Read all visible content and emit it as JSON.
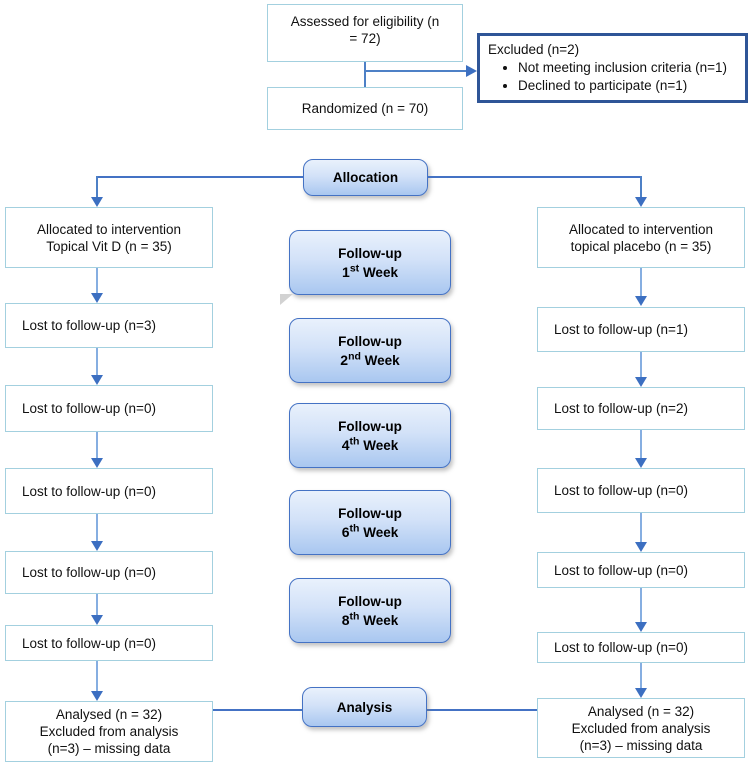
{
  "top": {
    "assessed": {
      "line1": "Assessed for eligibility (n",
      "line2": "= 72)"
    },
    "randomized": "Randomized (n = 70)",
    "excluded": {
      "title": "Excluded (n=2)",
      "bullets": [
        "Not meeting inclusion criteria (n=1)",
        "Declined to participate (n=1)"
      ]
    }
  },
  "stages": {
    "allocation": "Allocation",
    "analysis": "Analysis",
    "followups": [
      {
        "label": "Follow-up",
        "num": "1",
        "suffix": "st",
        "word": "Week"
      },
      {
        "label": "Follow-up",
        "num": "2",
        "suffix": "nd",
        "word": "Week"
      },
      {
        "label": "Follow-up",
        "num": "4",
        "suffix": "th",
        "word": "Week"
      },
      {
        "label": "Follow-up",
        "num": "6",
        "suffix": "th",
        "word": "Week"
      },
      {
        "label": "Follow-up",
        "num": "8",
        "suffix": "th",
        "word": "Week"
      }
    ]
  },
  "left_arm": {
    "allocated": {
      "line1": "Allocated to intervention",
      "line2": "Topical Vit D (n = 35)"
    },
    "lost": [
      "Lost to follow-up (n=3)",
      "Lost to follow-up (n=0)",
      "Lost to follow-up (n=0)",
      "Lost to follow-up (n=0)",
      "Lost to follow-up (n=0)"
    ],
    "analysed": {
      "line1": "Analysed (n = 32)",
      "line2": "Excluded from analysis",
      "line3": "(n=3) – missing data"
    }
  },
  "right_arm": {
    "allocated": {
      "line1": "Allocated to intervention",
      "line2": "topical placebo (n = 35)"
    },
    "lost": [
      "Lost to follow-up (n=1)",
      "Lost to follow-up (n=2)",
      "Lost to follow-up (n=0)",
      "Lost to follow-up (n=0)",
      "Lost to follow-up (n=0)"
    ],
    "analysed": {
      "line1": "Analysed (n = 32)",
      "line2": "Excluded from analysis",
      "line3": "(n=3) – missing data"
    }
  },
  "colors": {
    "plain_border": "#a3d0df",
    "excluded_border": "#2f5597",
    "stage_border": "#4472c4",
    "stage_fill_top": "#e9f1fc",
    "stage_fill_bottom": "#a9c7f0",
    "arrow": "#3c6fc1"
  }
}
